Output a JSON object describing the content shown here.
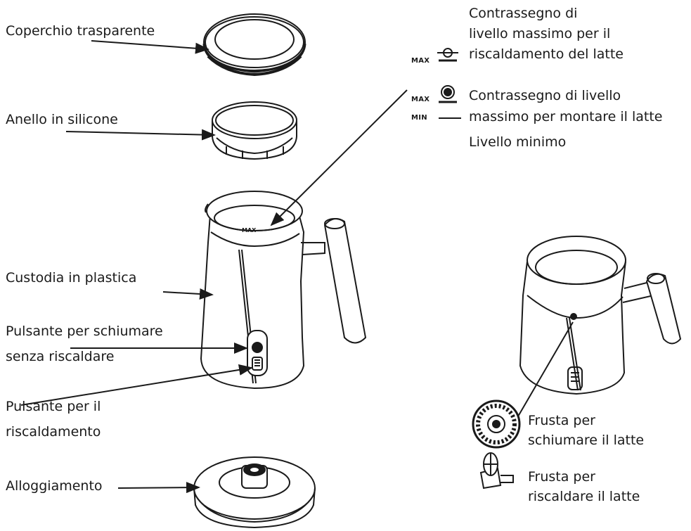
{
  "labels": {
    "lid": "Coperchio trasparente",
    "ring": "Anello in silicone",
    "body": "Custodia in plastica",
    "froth_button_1": "Pulsante per schiumare",
    "froth_button_2": "senza riscaldare",
    "heat_button_1": "Pulsante per il",
    "heat_button_2": "riscaldamento",
    "base": "Alloggiamento"
  },
  "legend": {
    "heat_max_1": "Contrassegno di",
    "heat_max_2": "livello massimo per il",
    "heat_max_3": "riscaldamento del latte",
    "froth_max_1": "Contrassegno di livello",
    "froth_max_2": "massimo per montare il latte",
    "min_level": "Livello minimo",
    "max_tag_1": "MAX",
    "max_tag_2": "MAX",
    "min_tag": "MIN"
  },
  "whisks": {
    "froth_1": "Frusta per",
    "froth_2": "schiumare il latte",
    "heat_1": "Frusta per",
    "heat_2": "riscaldare il latte"
  },
  "colors": {
    "line": "#1a1a1a",
    "text": "#1a1a1a",
    "background": "#ffffff"
  }
}
